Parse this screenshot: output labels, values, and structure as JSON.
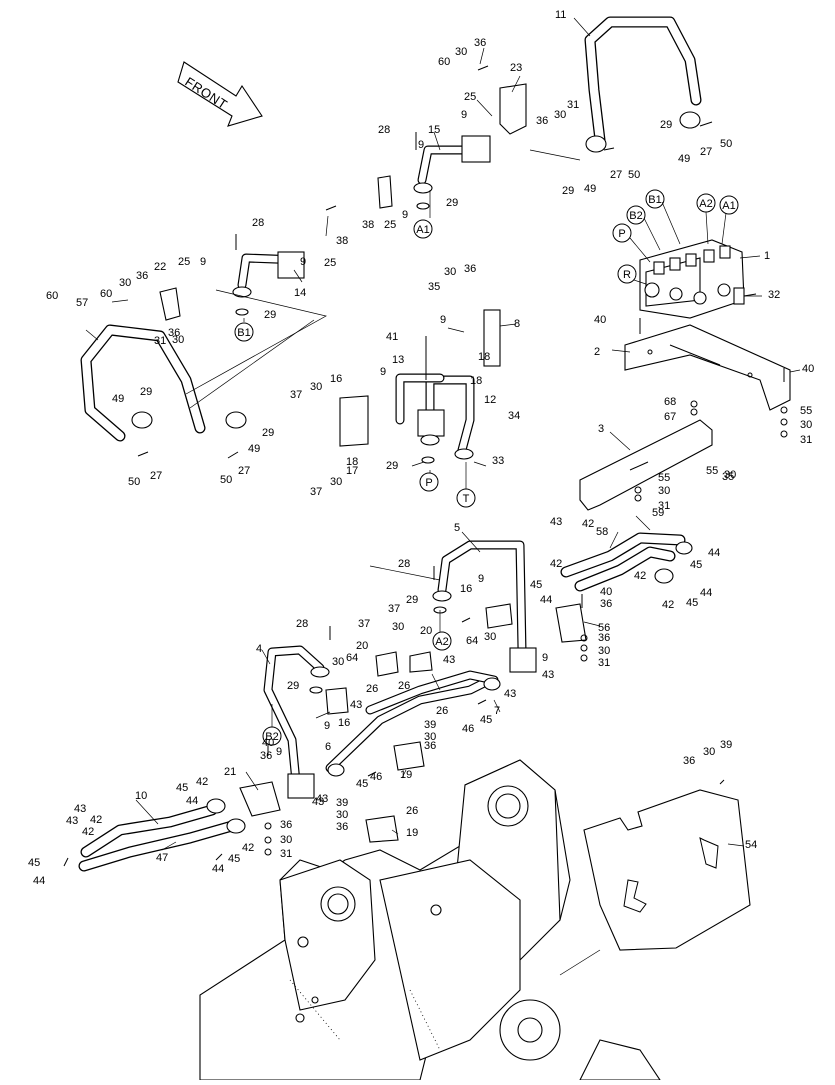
{
  "front_label": "FRONT",
  "markers": [
    "A1",
    "A2",
    "B1",
    "B2",
    "P",
    "R",
    "T"
  ],
  "callouts": [
    "1",
    "2",
    "3",
    "4",
    "5",
    "6",
    "7",
    "8",
    "9",
    "10",
    "11",
    "12",
    "13",
    "14",
    "15",
    "16",
    "17",
    "18",
    "19",
    "20",
    "21",
    "22",
    "23",
    "25",
    "26",
    "27",
    "28",
    "29",
    "30",
    "31",
    "32",
    "33",
    "34",
    "35",
    "36",
    "37",
    "38",
    "39",
    "40",
    "41",
    "42",
    "43",
    "44",
    "45",
    "46",
    "47",
    "49",
    "50",
    "54",
    "55",
    "56",
    "57",
    "58",
    "59",
    "60",
    "64",
    "67",
    "68"
  ]
}
